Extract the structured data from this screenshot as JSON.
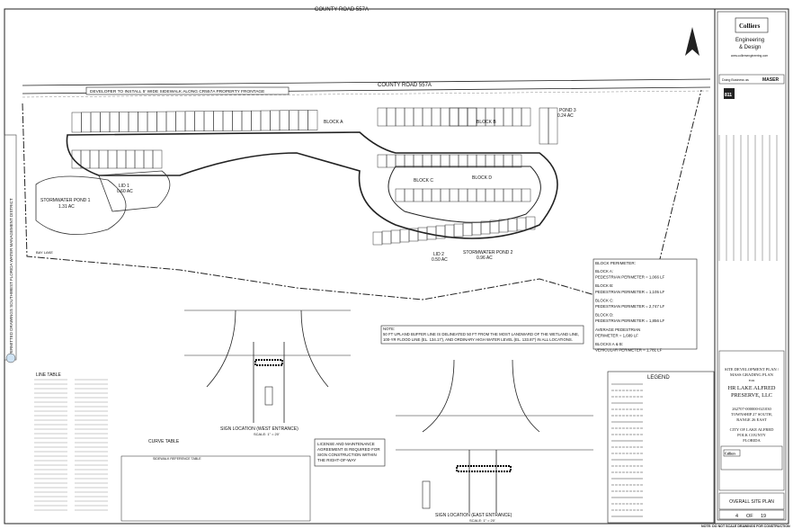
{
  "plan": {
    "road_top": "COUNTY ROAD 557A",
    "road_main": "COUNTY ROAD 557A",
    "sidewalk_note": "DEVELOPER TO INSTALL 5' WIDE SIDEWALK ALONG CR557A PROPERTY FRONTAGE",
    "pond1": {
      "name": "STORMWATER POND 1",
      "area": "1.31 AC"
    },
    "lid1": {
      "name": "LID 1",
      "area": "0.60 AC"
    },
    "pond2": {
      "name": "STORMWATER POND 2",
      "area": "0.96 AC"
    },
    "lid2": {
      "name": "LID 2",
      "area": "0.50 AC"
    },
    "pond3": {
      "name": "POND 3",
      "area": "0.24 AC"
    },
    "blocks": [
      "BLOCK A",
      "BLOCK B",
      "BLOCK C",
      "BLOCK D"
    ],
    "bay_lake": "BAY LAKE",
    "permit_banner": "PERMITTED DRAWINGS SOUTHWEST FLORIDA WATER MANAGEMENT DISTRICT"
  },
  "block_perimeter": {
    "title": "BLOCK PERIMETER:",
    "lines": [
      "BLOCK A:",
      "PEDESTRIAN PERIMETER = 1,066 LF",
      "BLOCK B:",
      "PEDESTRIAN PERIMETER = 1,105 LF",
      "BLOCK C:",
      "PEDESTRIAN PERIMETER = 2,747 LF",
      "BLOCK D:",
      "PEDESTRIAN PERIMETER = 1,856 LF",
      "AVERAGE PEDESTRIAN",
      "PERIMETER = 1,689 LF",
      "BLOCKS A & B:",
      "VEHICULAR PERIMETER = 1,781 LF"
    ]
  },
  "note": {
    "title": "NOTE:",
    "line1": "50 FT UPLAND BUFFER LINE IS DELINEATED 50 FT FROM THE MOST LANDWARD OF THE WETLAND LINE,",
    "line2": "100-YR FLOOD LINE (EL. 134.17'), AND ORDINARY HIGH WATER LEVEL (EL. 133.87') IN ALL LOCATIONS."
  },
  "details": {
    "west_title": "SIGN LOCATION (WEST ENTRANCE)",
    "west_scale": "SCALE: 1\" = 20'",
    "east_title": "SIGN LOCATION (EAST ENTRANCE)",
    "east_scale": "SCALE: 1\" = 20'",
    "license_note": [
      "LICENSE AND MAINTENANCE",
      "AGREEMENT IS REQUIRED FOR",
      "SIGN CONSTRUCTION WITHIN",
      "THE RIGHT-OF-WAY"
    ]
  },
  "tables": {
    "line_table": "LINE TABLE",
    "curve_table": "CURVE TABLE",
    "sidewalk_table": "SIDEWALK REFERENCE TABLE",
    "legend": "LEGEND"
  },
  "title_block": {
    "brand": "Colliers",
    "brand_sub1": "Engineering",
    "brand_sub2": "& Design",
    "website": "www.colliersengineering.com",
    "doing_business": "Doing Business as",
    "maser": "MASER",
    "call811": "811",
    "drawing_title1": "SITE DEVELOPMENT PLAN /",
    "drawing_title2": "MASS GRADING PLAN",
    "for": "FOR",
    "client1": "HR LAKE ALFRED",
    "client2": "PRESERVE, LLC",
    "parcel": "262707-000000-021030",
    "township": "TOWNSHIP 27 SOUTH,",
    "range": "RANGE 26 EAST",
    "city": "CITY OF LAKE ALFRED",
    "county": "POLK COUNTY",
    "state": "FLORIDA",
    "sheet_title": "OVERALL SITE PLAN",
    "sheet_num": "4",
    "sheet_of": "OF",
    "sheet_total": "19",
    "footer": "NOTE: DO NOT SCALE DRAWINGS FOR CONSTRUCTION"
  },
  "colors": {
    "ink": "#222222",
    "paper": "#ffffff",
    "hatch": "#555555"
  }
}
